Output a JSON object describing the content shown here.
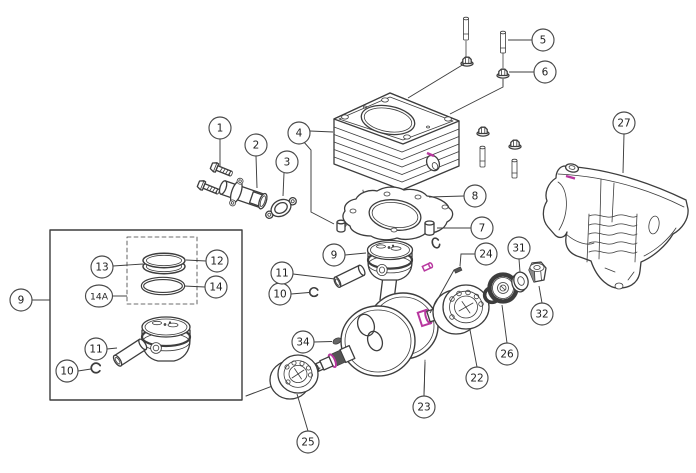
{
  "diagram": {
    "kind": "exploded-parts-diagram",
    "colors": {
      "background": "#ffffff",
      "line": "#3d3d3d",
      "highlight": "#b8379f"
    },
    "callouts": {
      "c1": "1",
      "c2": "2",
      "c3": "3",
      "c4": "4",
      "c5": "5",
      "c6": "6",
      "c7": "7",
      "c8": "8",
      "c9": "9",
      "c10": "10",
      "c11": "11",
      "c12": "12",
      "c13": "13",
      "c14": "14",
      "c14a": "14A",
      "c22": "22",
      "c23": "23",
      "c24": "24",
      "c25": "25",
      "c26": "26",
      "c27": "27",
      "c31": "31",
      "c32": "32",
      "c34": "34"
    }
  }
}
